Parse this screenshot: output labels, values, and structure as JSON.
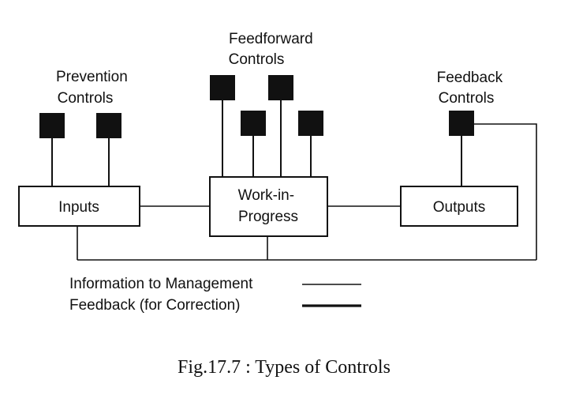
{
  "groups": {
    "prevention": [
      "Prevention",
      "Controls"
    ],
    "feedforward": [
      "Feedforward",
      "Controls"
    ],
    "feedback": [
      "Feedback",
      "Controls"
    ]
  },
  "boxes": {
    "inputs": [
      "Inputs"
    ],
    "wip": [
      "Work-in-",
      "Progress"
    ],
    "outputs": [
      "Outputs"
    ]
  },
  "legend": {
    "information": "Information to Management",
    "feedback": "Feedback (for Correction)"
  },
  "caption": "Fig.17.7 : Types of Controls",
  "colors": {
    "ink": "#111111",
    "background": "#ffffff"
  }
}
